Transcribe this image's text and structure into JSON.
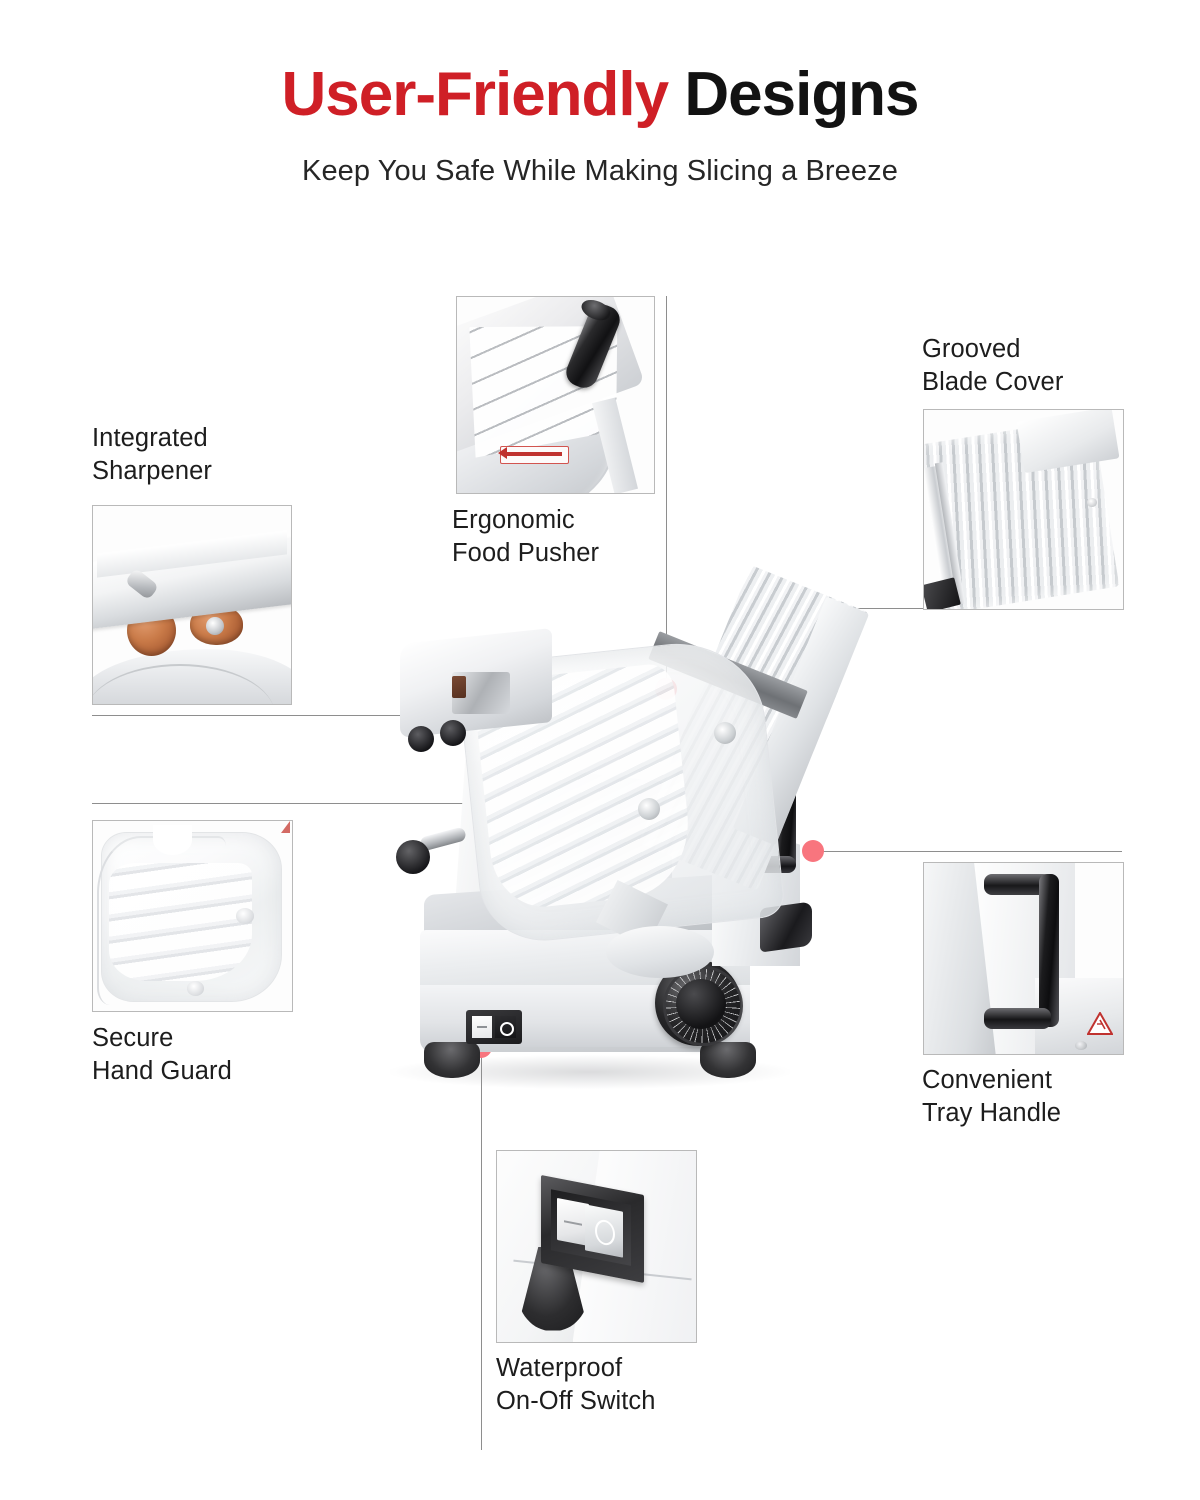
{
  "header": {
    "title_accent": "User-Friendly",
    "title_rest": " Designs",
    "subtitle": "Keep You Safe While Making Slicing a Breeze"
  },
  "colors": {
    "accent_red": "#cf1f26",
    "title_black": "#121212",
    "body_text": "#1d1d1d",
    "callout_dot": "#f8757e",
    "connector_line": "#8e8e8e",
    "thumb_border": "#b9b9b9",
    "background": "#ffffff"
  },
  "product": {
    "name": "electric meat slicer",
    "hero_alt": "Stainless steel electric food slicer shown from the side with blade cover, hand guard, carriage tray, thickness dial and on-off switch"
  },
  "callouts": [
    {
      "id": "integrated-sharpener",
      "label": "Integrated\nSharpener",
      "label_line_1": "Integrated",
      "label_line_2": "Sharpener",
      "thumb_alt": "Close-up of two terracotta sharpening stones mounted under a chrome housing",
      "position": "top-left"
    },
    {
      "id": "ergonomic-food-pusher",
      "label": "Ergonomic\nFood Pusher",
      "label_line_1": "Ergonomic",
      "label_line_2": "Food Pusher",
      "thumb_alt": "Close-up of the toothed food pusher plate with black ergonomic grip handle and a red direction arrow sticker",
      "position": "top-center"
    },
    {
      "id": "grooved-blade-cover",
      "label": "Grooved\nBlade Cover",
      "label_line_1": "Grooved",
      "label_line_2": "Blade Cover",
      "thumb_alt": "Close-up of the ribbed aluminium blade cover panel",
      "position": "top-right"
    },
    {
      "id": "secure-hand-guard",
      "label": "Secure\nHand Guard",
      "label_line_1": "Secure",
      "label_line_2": "Hand Guard",
      "thumb_alt": "Close-up of the clear ribbed acrylic hand guard",
      "position": "bottom-left"
    },
    {
      "id": "convenient-tray-handle",
      "label": "Convenient\nTray Handle",
      "label_line_1": "Convenient",
      "label_line_2": "Tray Handle",
      "thumb_alt": "Close-up of the black U-shaped carriage tray handle with a red warning triangle decal",
      "position": "bottom-right"
    },
    {
      "id": "waterproof-on-off-switch",
      "label": "Waterproof\nOn-Off Switch",
      "label_line_1": "Waterproof",
      "label_line_2": "On-Off Switch",
      "thumb_alt": "Close-up of the sealed rocker on-off switch in a black waterproof housing above a rubber foot",
      "position": "bottom-center"
    }
  ]
}
